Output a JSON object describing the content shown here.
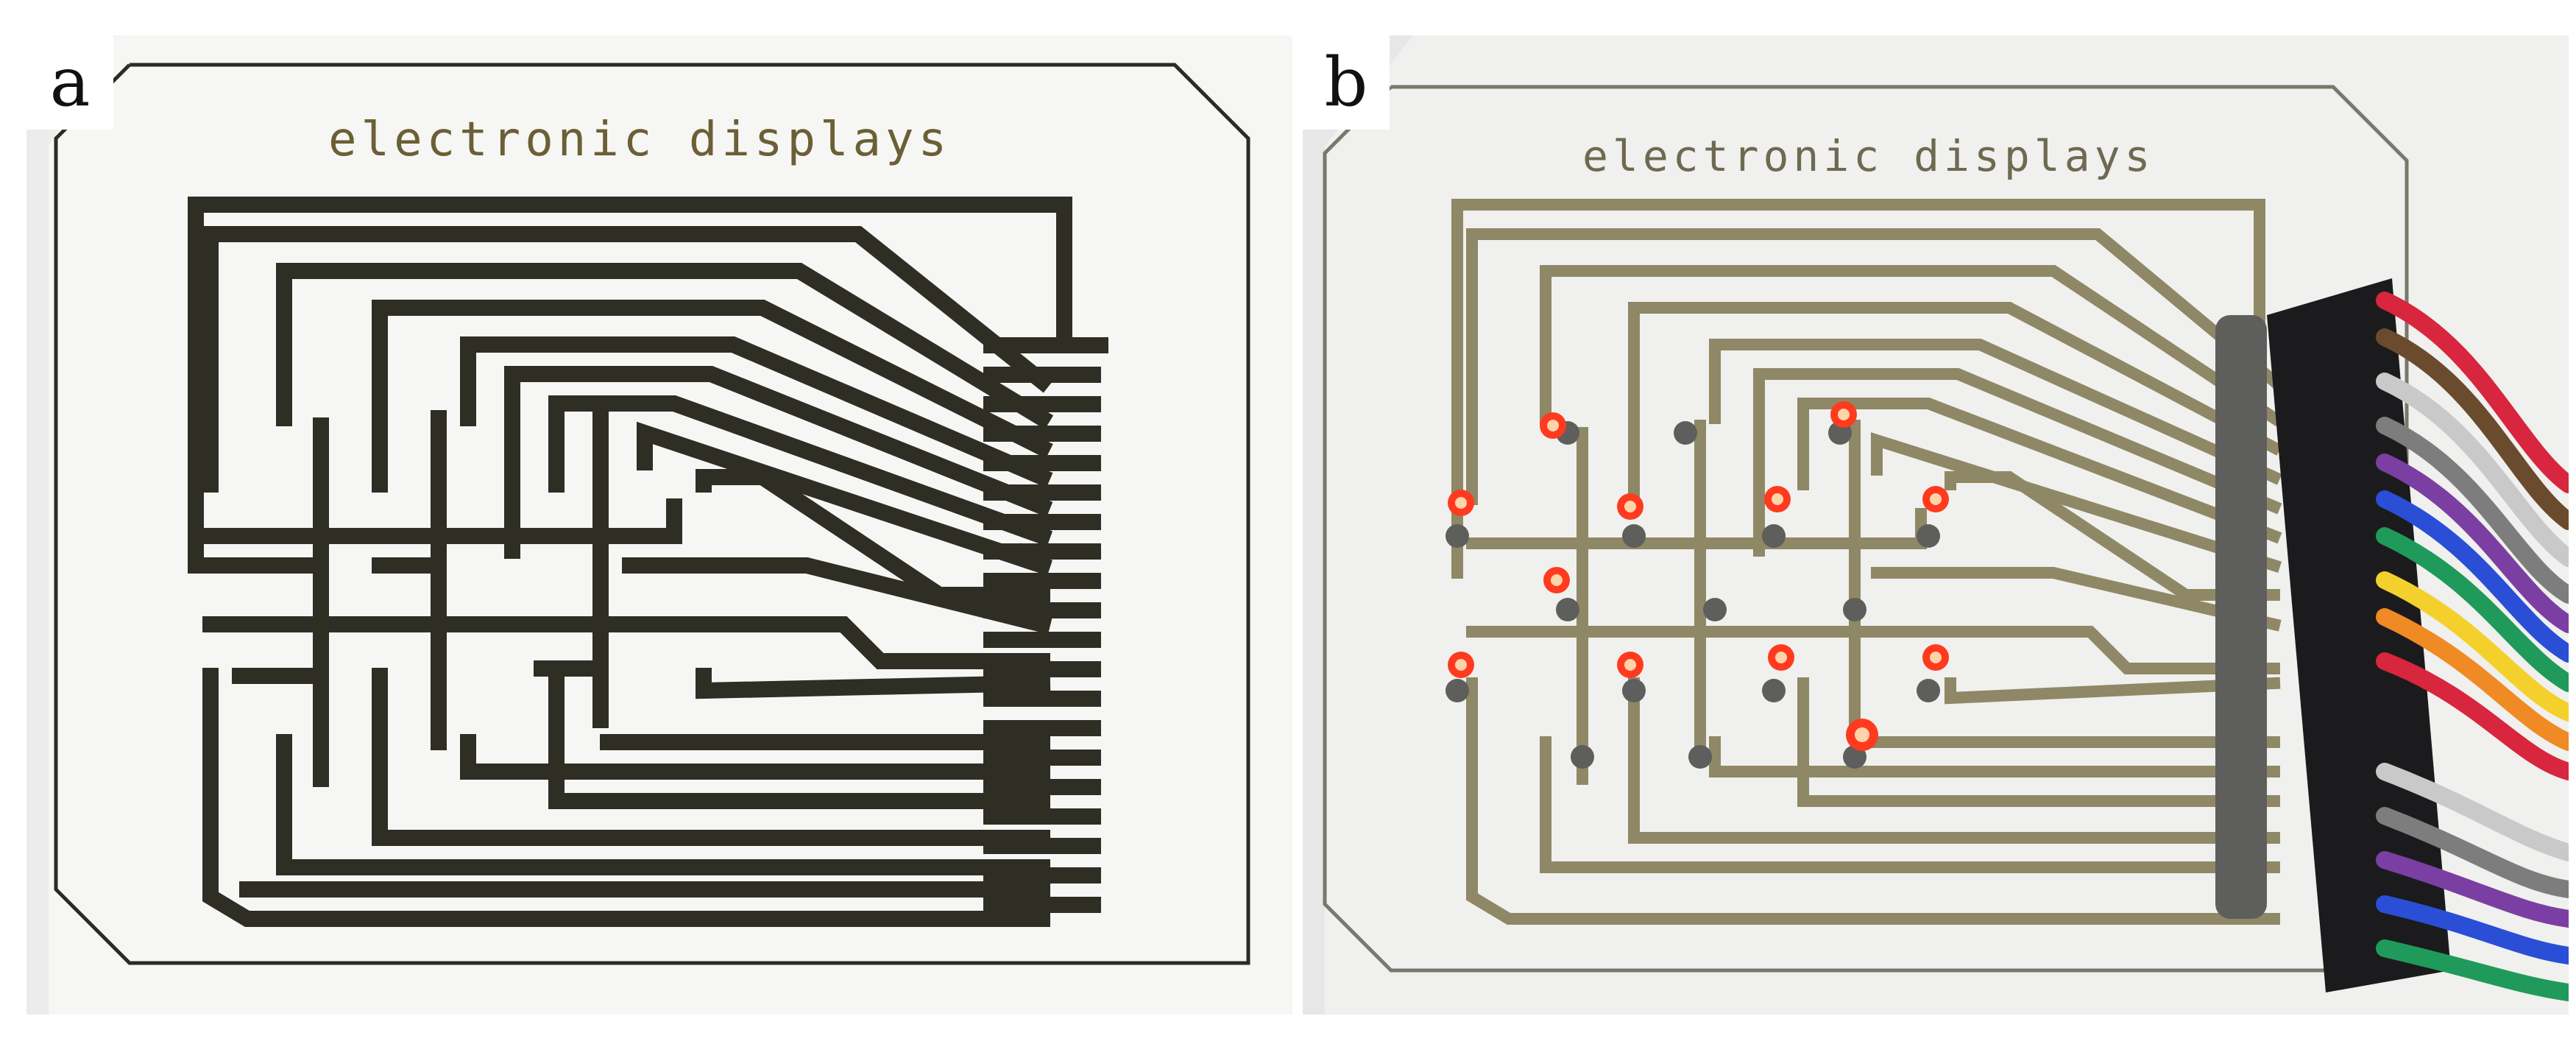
{
  "panels": [
    {
      "label": "a",
      "board_text": "electronic displays"
    },
    {
      "label": "b",
      "board_text": "electronic displays"
    }
  ],
  "colors": {
    "trace_a": "#2f2e25",
    "trace_b": "#8f8866",
    "board_a": "#f6f6f4",
    "board_b": "#f0f0ee",
    "led_on": "#ff3a1e"
  }
}
